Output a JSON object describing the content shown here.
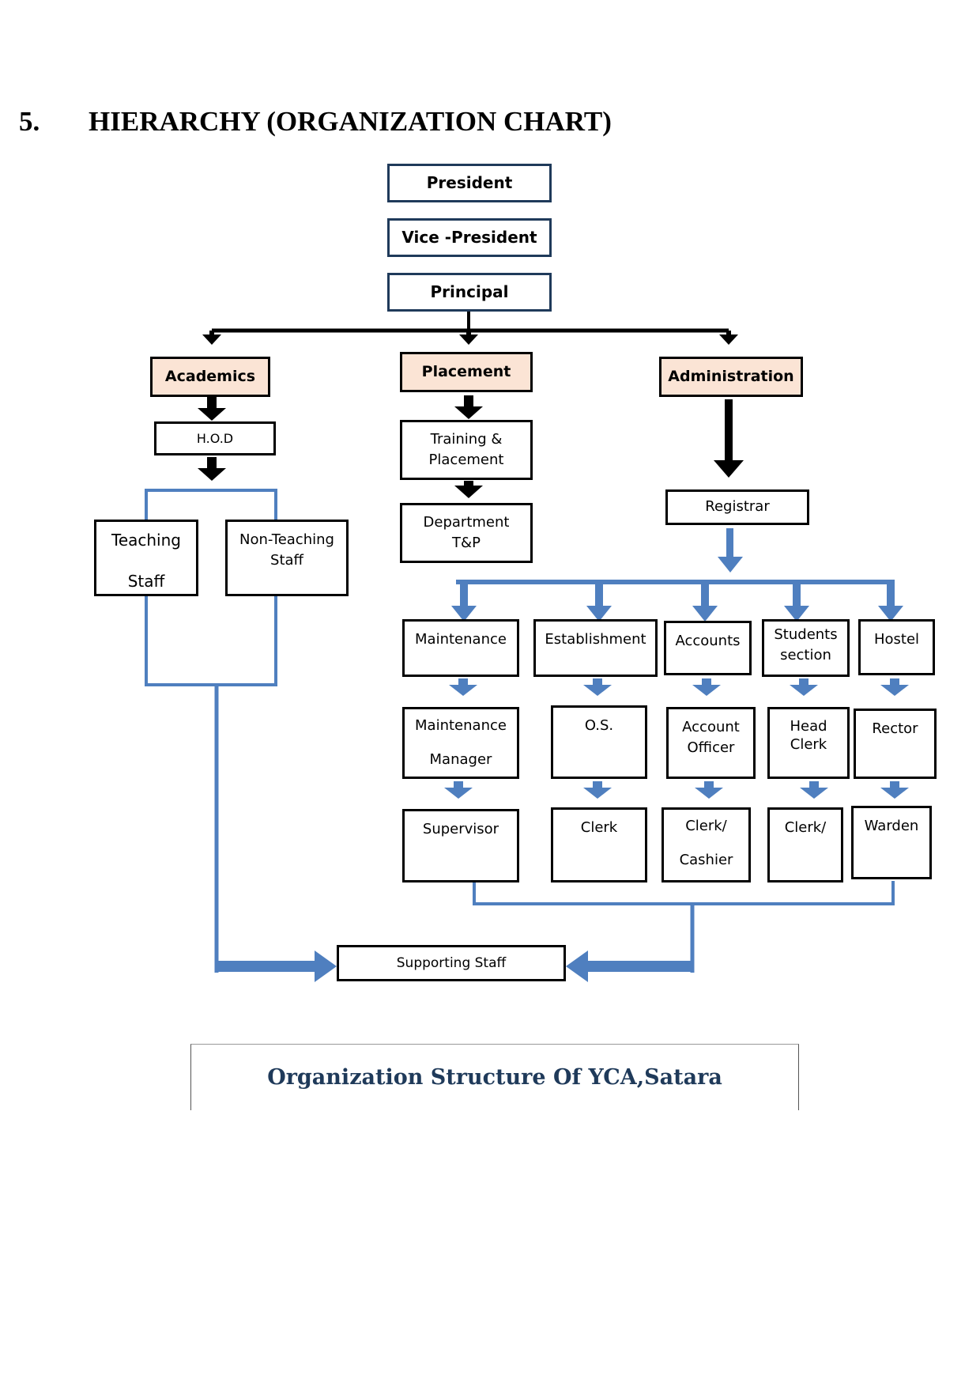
{
  "section": {
    "number": "5.",
    "title": "HIERARCHY (ORGANIZATION CHART)"
  },
  "colors": {
    "blue_connector": "#4f7fbf",
    "black_connector": "#000000",
    "department_fill": "#fbe4d5"
  },
  "nodes": {
    "president": "President",
    "vice_president": "Vice -President",
    "principal": "Principal",
    "academics": "Academics",
    "placement": "Placement",
    "administration": "Administration",
    "hod": "H.O.D",
    "teaching_staff": "Teaching\n\nStaff",
    "non_teaching_staff": "Non-Teaching\nStaff",
    "training_placement": "Training &\nPlacement",
    "department_tp": "Department\nT&P",
    "registrar": "Registrar",
    "maintenance": "Maintenance",
    "establishment": "Establishment",
    "accounts": "Accounts",
    "students_section": "Students\nsection",
    "hostel": "Hostel",
    "maintenance_manager": "Maintenance\n\nManager",
    "os": "O.S.",
    "account_officer": "Account\nOfficer",
    "head_clerk": "Head\nClerk",
    "rector": "Rector",
    "supervisor": "Supervisor",
    "clerk": "Clerk",
    "clerk_cashier": "Clerk/\n\nCashier",
    "clerk_students": "Clerk/",
    "warden": "Warden",
    "supporting_staff": "Supporting Staff"
  },
  "caption": "Organization Structure Of YCA,Satara"
}
